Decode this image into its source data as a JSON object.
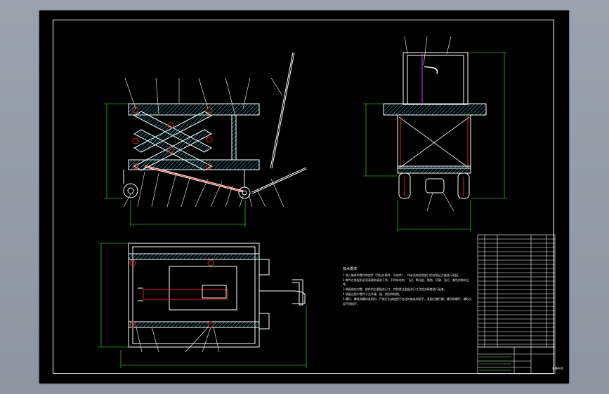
{
  "drawing": {
    "notes_title": "技术要求",
    "notes": [
      "1.装入箱体的零件和部件（包括外购件、外协件），均必须有检验部门的合格证方能进行装配。",
      "2.零件在装配前必须清理和清洗干净，不得有毛刺、飞边、氧化皮、锈蚀、切屑、油污、着色剂和灰尘等。",
      "3.装配前应对零、部件的主要配合尺寸，特别是过盈配合尺寸及相关精度进行复查。",
      "4.装配过程中零件不允许磕、碰、划伤和锈蚀。",
      "5.螺钉、螺栓和螺母紧固时，严禁打击或使用不合适的旋具和扳手。紧固后螺钉槽、螺母和螺钉、螺栓头部不得损坏。"
    ],
    "title_block_label": "升降台车"
  },
  "colors": {
    "sheet": "#000000",
    "line": "#ffffff",
    "hatch": "#28c8d8",
    "dimension": "#44ee44",
    "red": "#e02020",
    "magenta": "#e040e0"
  }
}
